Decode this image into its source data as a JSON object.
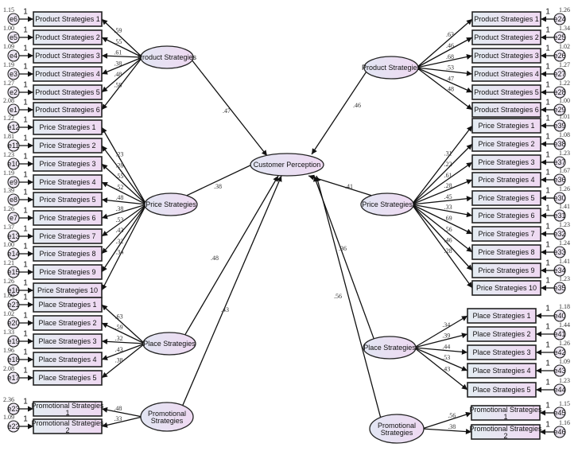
{
  "center": {
    "label": "Customer Perception"
  },
  "models": [
    {
      "side": "left",
      "constructs": [
        {
          "label": "Product Strategies",
          "path": ".47",
          "items": [
            {
              "label": "Product Strategies 1",
              "error": "e6",
              "variance": "1.15",
              "loading": ".59",
              "fixed": "1"
            },
            {
              "label": "Product Strategies 2",
              "error": "e5",
              "variance": "1.00",
              "loading": ".55",
              "fixed": "1"
            },
            {
              "label": "Product Strategies 3",
              "error": "e4",
              "variance": "1.09",
              "loading": ".61",
              "fixed": "1"
            },
            {
              "label": "Product Strategies 4",
              "error": "e3",
              "variance": "1.19",
              "loading": ".38",
              "fixed": "1"
            },
            {
              "label": "Product Strategies 5",
              "error": "e2",
              "variance": "1.27",
              "loading": ".48",
              "fixed": "1"
            },
            {
              "label": "Product Strategies 6",
              "error": "e1",
              "variance": "2.08",
              "loading": ".58",
              "fixed": "1"
            }
          ]
        },
        {
          "label": "Price Strategies",
          "path": ".38",
          "items": [
            {
              "label": "Price Strategies 1",
              "error": "e12",
              "variance": "1.22",
              "loading": ".23",
              "fixed": "1"
            },
            {
              "label": "Price Strategies 2",
              "error": "e11",
              "variance": "1.81",
              "loading": ".28",
              "fixed": "1"
            },
            {
              "label": "Price Strategies 3",
              "error": "e10",
              "variance": "1.23",
              "loading": ".55",
              "fixed": "1"
            },
            {
              "label": "Price Strategies 4",
              "error": "e9",
              "variance": "1.19",
              "loading": ".52",
              "fixed": "1"
            },
            {
              "label": "Price Strategies 5",
              "error": "e8",
              "variance": "1.39",
              "loading": ".48",
              "fixed": "1"
            },
            {
              "label": "Price Strategies 6",
              "error": "e7",
              "variance": "1.26",
              "loading": ".38",
              "fixed": "1"
            },
            {
              "label": "Price Strategies 7",
              "error": "e13",
              "variance": "1.37",
              "loading": ".53",
              "fixed": "1"
            },
            {
              "label": "Price Strategies 8",
              "error": "e14",
              "variance": "1.00",
              "loading": ".43",
              "fixed": "1"
            },
            {
              "label": "Price Strategies 9",
              "error": "e15",
              "variance": "1.21",
              "loading": ".32",
              "fixed": "1"
            },
            {
              "label": "Price Strategies 10",
              "error": "e16",
              "variance": "1.26",
              "loading": ".34",
              "fixed": "1"
            }
          ]
        },
        {
          "label": "Place Strategies",
          "path": ".48",
          "items": [
            {
              "label": "Place Strategies 1",
              "error": "e21",
              "variance": "1.00",
              "loading": ".63",
              "fixed": "1"
            },
            {
              "label": "Place Strategies 2",
              "error": "e20",
              "variance": "1.02",
              "loading": ".59",
              "fixed": "1"
            },
            {
              "label": "Place Strategies 3",
              "error": "e19",
              "variance": "1.33",
              "loading": ".32",
              "fixed": "1"
            },
            {
              "label": "Place Strategies 4",
              "error": "e18",
              "variance": "1.96",
              "loading": ".43",
              "fixed": "1"
            },
            {
              "label": "Place Strategies 5",
              "error": "e17",
              "variance": "2.08",
              "loading": ".38",
              "fixed": "1"
            }
          ]
        },
        {
          "label": "Promotional Strategies",
          "path": ".43",
          "items": [
            {
              "label": "Promotional Strategies 1",
              "error": "e23",
              "variance": "2.36",
              "loading": ".48",
              "fixed": "1"
            },
            {
              "label": "Promotional Strategies 2",
              "error": "e22",
              "variance": "1.09",
              "loading": ".33",
              "fixed": "1"
            }
          ]
        }
      ]
    },
    {
      "side": "right",
      "constructs": [
        {
          "label": "Product Strategies",
          "path": ".46",
          "items": [
            {
              "label": "Product Strategies 1",
              "error": "e24",
              "variance": "1.26",
              "loading": ".63",
              "fixed": "1"
            },
            {
              "label": "Product Strategies 2",
              "error": "e25",
              "variance": "1.34",
              "loading": ".46",
              "fixed": "1"
            },
            {
              "label": "Product Strategies 3",
              "error": "e26",
              "variance": "1.02",
              "loading": ".68",
              "fixed": "1"
            },
            {
              "label": "Product Strategies 4",
              "error": "e27",
              "variance": "1.27",
              "loading": ".53",
              "fixed": "1"
            },
            {
              "label": "Product Strategies 5",
              "error": "e28",
              "variance": "1.22",
              "loading": ".47",
              "fixed": "1"
            },
            {
              "label": "Product Strategies 6",
              "error": "e29",
              "variance": "1.00",
              "loading": ".48",
              "fixed": "1"
            }
          ]
        },
        {
          "label": "Price Strategies",
          "path": ".41",
          "items": [
            {
              "label": "Price Strategies 1",
              "error": "e39",
              "variance": "1.01",
              "loading": ".31",
              "fixed": "1"
            },
            {
              "label": "Price Strategies 2",
              "error": "e38",
              "variance": "1.08",
              "loading": ".22",
              "fixed": "1"
            },
            {
              "label": "Price Strategies 3",
              "error": "e37",
              "variance": "1.23",
              "loading": ".61",
              "fixed": "1"
            },
            {
              "label": "Price Strategies 4",
              "error": "e36",
              "variance": "1.67",
              "loading": ".28",
              "fixed": "1"
            },
            {
              "label": "Price Strategies 5",
              "error": "e30",
              "variance": "1.26",
              "loading": ".45",
              "fixed": "1"
            },
            {
              "label": "Price Strategies 6",
              "error": "e31",
              "variance": "1.41",
              "loading": ".33",
              "fixed": "1"
            },
            {
              "label": "Price Strategies 7",
              "error": "e32",
              "variance": "1.23",
              "loading": ".69",
              "fixed": "1"
            },
            {
              "label": "Price Strategies 8",
              "error": "e33",
              "variance": "1.24",
              "loading": ".56",
              "fixed": "1"
            },
            {
              "label": "Price Strategies 9",
              "error": "e34",
              "variance": "1.41",
              "loading": ".46",
              "fixed": "1"
            },
            {
              "label": "Price Strategies 10",
              "error": "e35",
              "variance": "1.23",
              "loading": ".28",
              "fixed": "1"
            }
          ]
        },
        {
          "label": "Place Strategies",
          "path": ".36",
          "items": [
            {
              "label": "Place Strategies 1",
              "error": "e40",
              "variance": "1.18",
              "loading": ".34",
              "fixed": "1"
            },
            {
              "label": "Place Strategies 2",
              "error": "e41",
              "variance": "1.44",
              "loading": ".39",
              "fixed": "1"
            },
            {
              "label": "Place Strategies 3",
              "error": "e42",
              "variance": "1.26",
              "loading": ".44",
              "fixed": "1"
            },
            {
              "label": "Place Strategies 4",
              "error": "e43",
              "variance": "1.09",
              "loading": ".53",
              "fixed": "1"
            },
            {
              "label": "Place Strategies 5",
              "error": "e44",
              "variance": "1.23",
              "loading": ".43",
              "fixed": "1"
            }
          ]
        },
        {
          "label": "Promotional Strategies",
          "path": ".56",
          "items": [
            {
              "label": "Promotional Strategies 1",
              "error": "e45",
              "variance": "1.15",
              "loading": ".56",
              "fixed": "1"
            },
            {
              "label": "Promotional Strategies 2",
              "error": "e46",
              "variance": "1.16",
              "loading": ".38",
              "fixed": "1"
            }
          ]
        }
      ]
    }
  ]
}
